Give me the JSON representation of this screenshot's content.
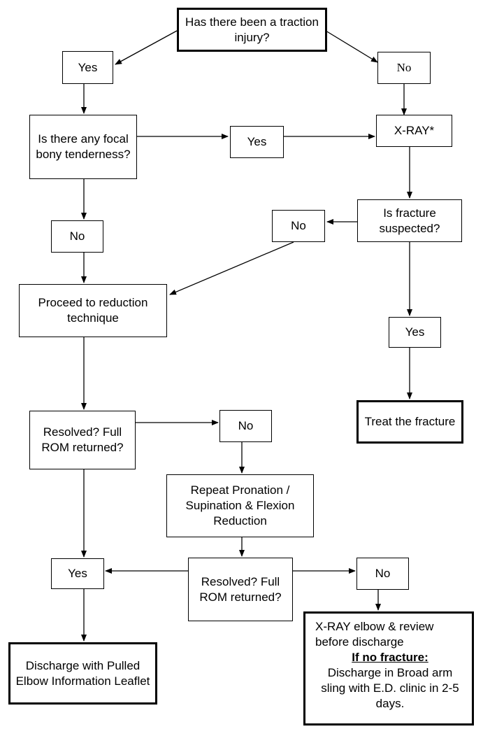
{
  "nodes": {
    "q_traction": "Has there been a traction injury?",
    "yes_traction": "Yes",
    "no_traction": "No",
    "q_focal": "Is there any focal bony tenderness?",
    "yes_focal": "Yes",
    "xray": "X-RAY*",
    "q_fracture": "Is fracture suspected?",
    "no_fracture": "No",
    "no_focal": "No",
    "reduction": "Proceed to reduction technique",
    "yes_fracture": "Yes",
    "treat": "Treat the fracture",
    "resolved1": "Resolved? Full ROM returned?",
    "no_resolved1": "No",
    "repeat": "Repeat Pronation / Supination & Flexion Reduction",
    "yes_resolved": "Yes",
    "resolved2": "Resolved? Full ROM returned?",
    "no_resolved2": "No",
    "discharge": "Discharge with Pulled Elbow Information Leaflet",
    "xray_elbow": {
      "line1": "X-RAY elbow & review",
      "line2": "before discharge",
      "heading": "If no fracture:",
      "body": "Discharge in Broad arm sling with E.D. clinic in 2-5 days."
    }
  }
}
